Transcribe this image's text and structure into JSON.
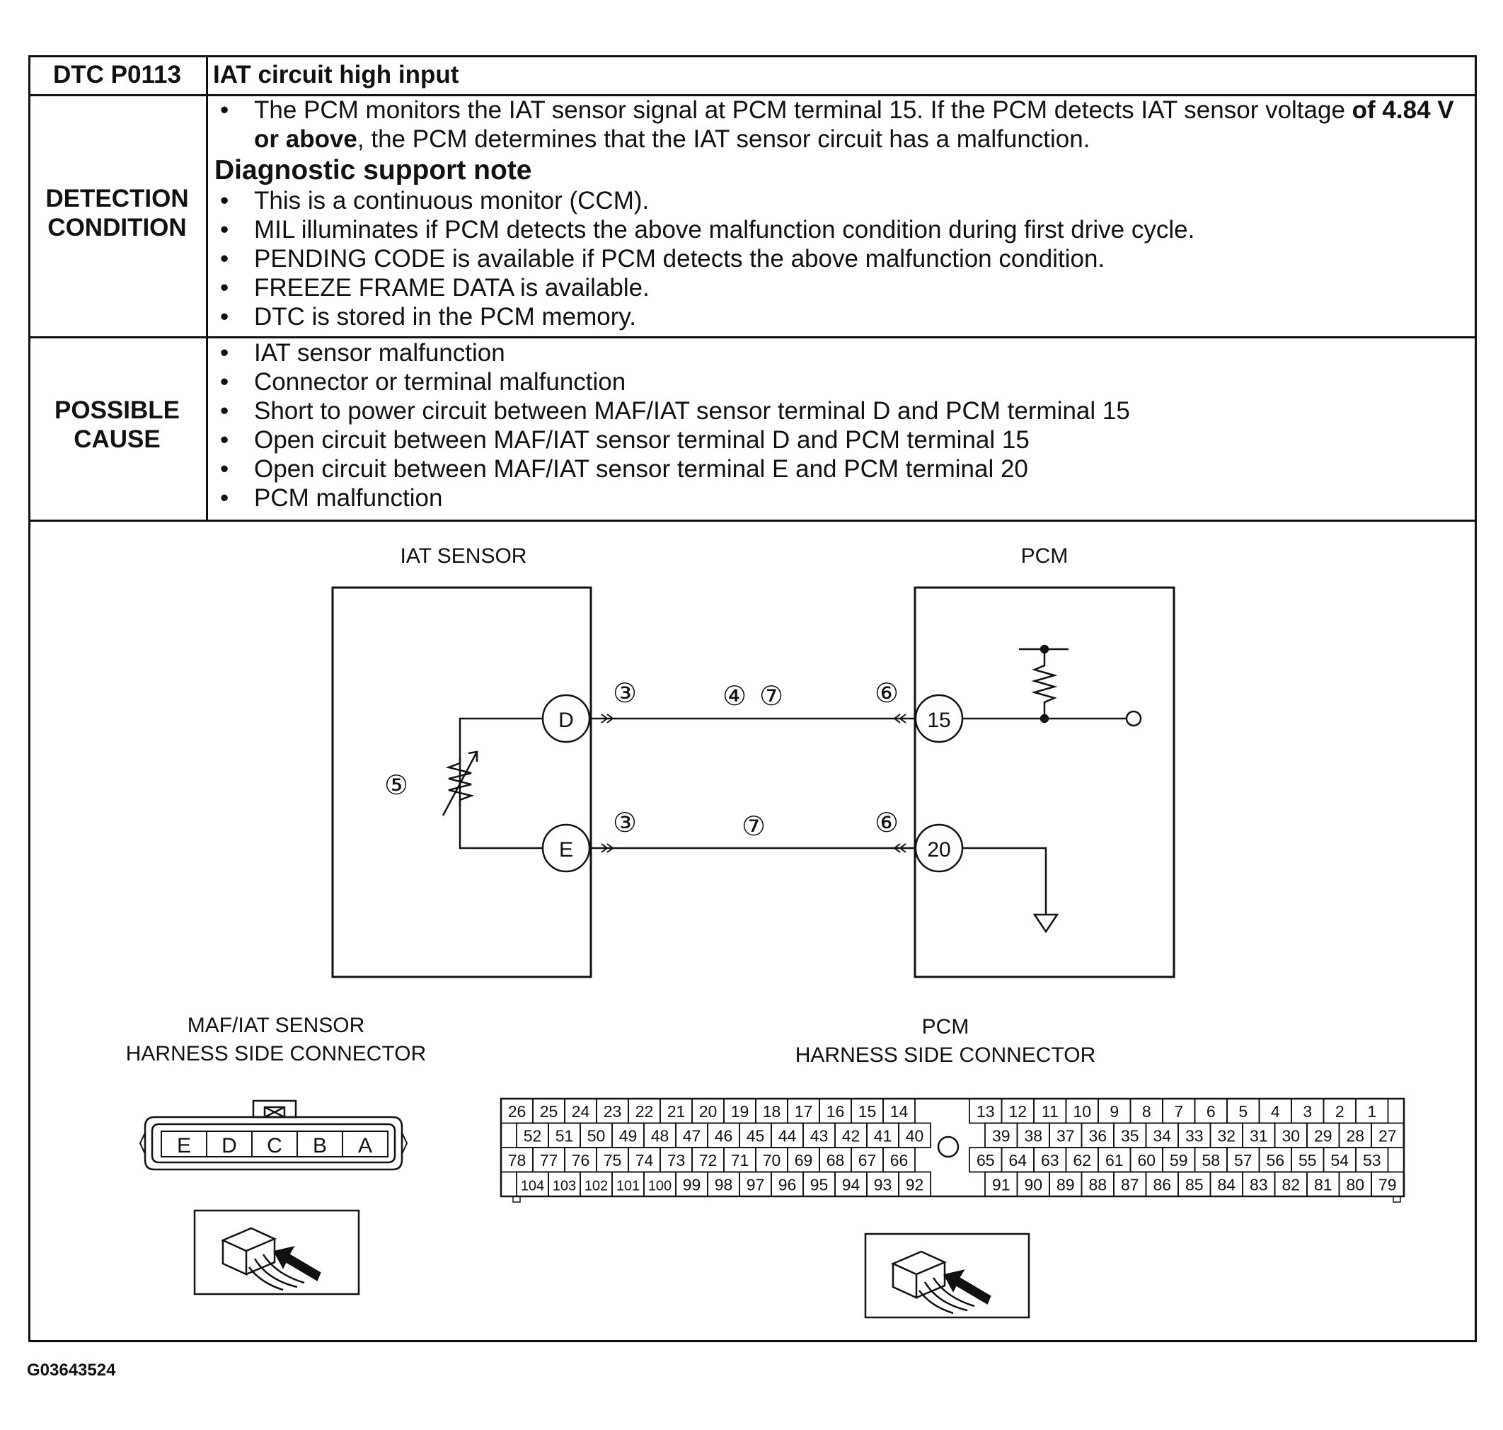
{
  "dtc": {
    "code": "DTC P0113",
    "title": "IAT circuit high input"
  },
  "detection_condition": {
    "label_line1": "DETECTION",
    "label_line2": "CONDITION",
    "main_text_1": "The PCM monitors the IAT sensor signal at PCM terminal 15. If the PCM detects IAT sensor voltage ",
    "main_bold": "of 4.84 V or above",
    "main_text_2": ", the PCM determines that the IAT sensor circuit has a malfunction.",
    "support_heading": "Diagnostic support note",
    "support_items": [
      "This is a continuous monitor (CCM).",
      "MIL illuminates if PCM detects the above malfunction condition during first drive cycle.",
      "PENDING CODE is available if PCM detects the above malfunction condition.",
      "FREEZE FRAME DATA is available.",
      "DTC is stored in the PCM memory."
    ]
  },
  "possible_cause": {
    "label_line1": "POSSIBLE",
    "label_line2": "CAUSE",
    "items": [
      "IAT sensor malfunction",
      "Connector or terminal malfunction",
      "Short to power circuit between MAF/IAT sensor terminal D and PCM terminal 15",
      "Open circuit between MAF/IAT sensor terminal D and PCM terminal 15",
      "Open circuit between MAF/IAT sensor terminal E and PCM terminal 20",
      "PCM malfunction"
    ]
  },
  "diagram": {
    "iat_sensor_label": "IAT SENSOR",
    "pcm_label": "PCM",
    "terminal_d": "D",
    "terminal_e": "E",
    "terminal_15": "15",
    "terminal_20": "20",
    "step_3": "③",
    "step_4": "④",
    "step_5": "⑤",
    "step_6": "⑥",
    "step_7": "⑦",
    "maf_connector_title_1": "MAF/IAT SENSOR",
    "maf_connector_title_2": "HARNESS SIDE CONNECTOR",
    "maf_pins": [
      "E",
      "D",
      "C",
      "B",
      "A"
    ],
    "pcm_connector_title_1": "PCM",
    "pcm_connector_title_2": "HARNESS SIDE CONNECTOR",
    "pcm_left_rows": [
      [
        "26",
        "25",
        "24",
        "23",
        "22",
        "21",
        "20",
        "19",
        "18",
        "17",
        "16",
        "15",
        "14"
      ],
      [
        "52",
        "51",
        "50",
        "49",
        "48",
        "47",
        "46",
        "45",
        "44",
        "43",
        "42",
        "41",
        "40"
      ],
      [
        "78",
        "77",
        "76",
        "75",
        "74",
        "73",
        "72",
        "71",
        "70",
        "69",
        "68",
        "67",
        "66"
      ],
      [
        "104",
        "103",
        "102",
        "101",
        "100",
        "99",
        "98",
        "97",
        "96",
        "95",
        "94",
        "93",
        "92"
      ]
    ],
    "pcm_right_rows": [
      [
        "13",
        "12",
        "11",
        "10",
        "9",
        "8",
        "7",
        "6",
        "5",
        "4",
        "3",
        "2",
        "1"
      ],
      [
        "39",
        "38",
        "37",
        "36",
        "35",
        "34",
        "33",
        "32",
        "31",
        "30",
        "29",
        "28",
        "27"
      ],
      [
        "65",
        "64",
        "63",
        "62",
        "61",
        "60",
        "59",
        "58",
        "57",
        "56",
        "55",
        "54",
        "53"
      ],
      [
        "91",
        "90",
        "89",
        "88",
        "87",
        "86",
        "85",
        "84",
        "83",
        "82",
        "81",
        "80",
        "79"
      ]
    ]
  },
  "figure_id": "G03643524"
}
